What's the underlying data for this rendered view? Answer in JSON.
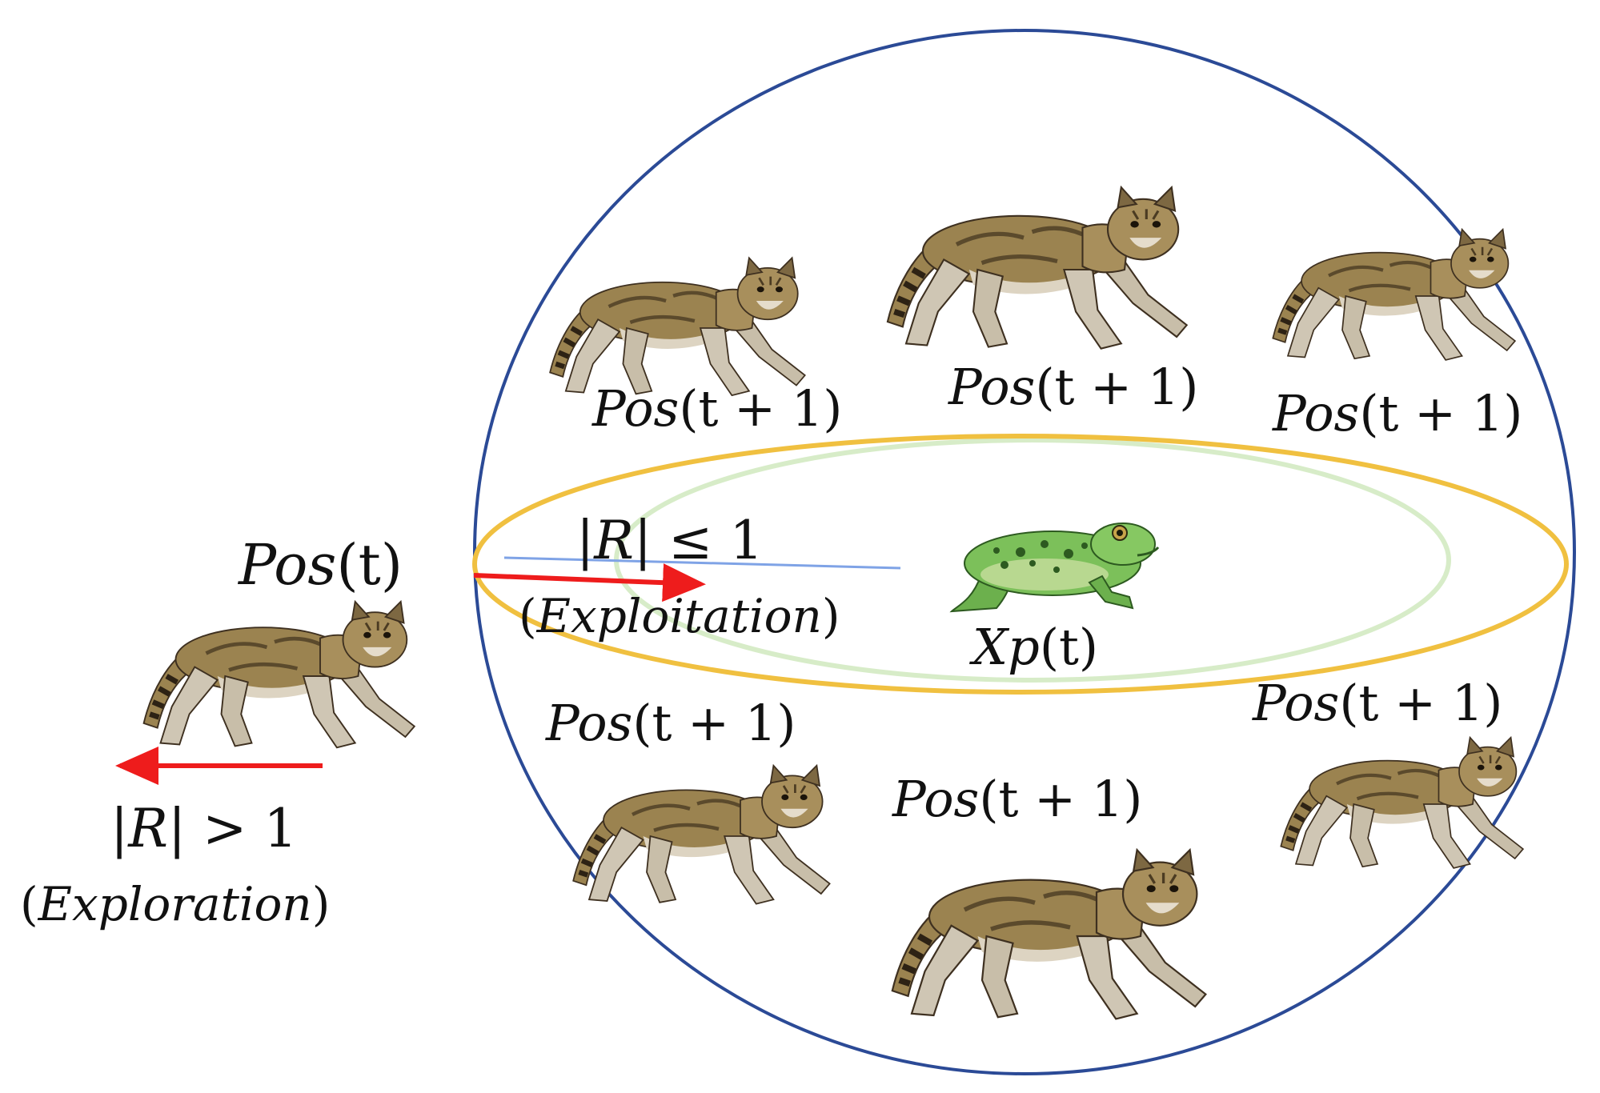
{
  "labels": {
    "pos_t": {
      "fn": "Pos",
      "arg": "(t)"
    },
    "pos_next": {
      "fn": "Pos",
      "arg": "(t + 1)"
    },
    "prey": {
      "fn": "Xp",
      "arg": "(t)"
    },
    "exploitation_condition": {
      "bar_open": "|",
      "var": "R",
      "rest": "| ≤ 1"
    },
    "exploitation_label": {
      "open": "(",
      "word": "Exploitation",
      "close": ")"
    },
    "exploration_condition": {
      "bar_open": "|",
      "var": "R",
      "rest": "| > 1"
    },
    "exploration_label": {
      "open": "(",
      "word": "Exploration",
      "close": ")"
    }
  },
  "colors": {
    "circle": "#2b4a96",
    "ellipse": "#f0c040",
    "ellipse_glow": "#8cc860",
    "arrow": "#ee1c1c",
    "blue_line": "#7fa3e6",
    "cat_fur": "#9b8350",
    "cat_dark": "#3e3020",
    "cat_light": "#ddd4c2",
    "frog": "#5aa845"
  },
  "icons": [
    "wildcat-icon",
    "frog-icon"
  ]
}
